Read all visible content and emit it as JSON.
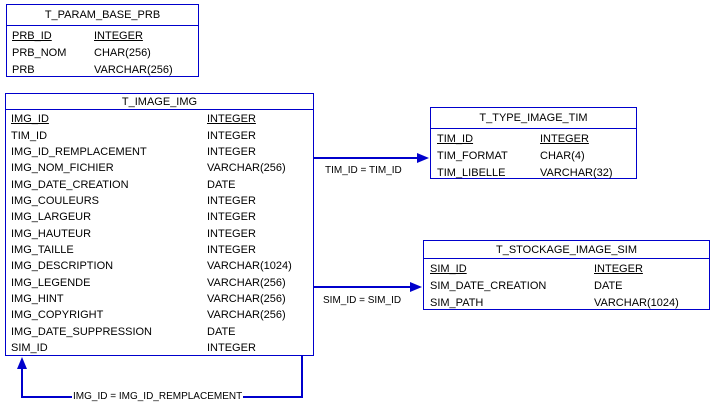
{
  "diagram": {
    "colors": {
      "border": "#0000CC",
      "text": "#000000",
      "background": "#FFFFFF"
    },
    "tables": [
      {
        "name": "T_PARAM_BASE_PRB",
        "columns": [
          {
            "name": "PRB_ID",
            "type": "INTEGER",
            "pk": true
          },
          {
            "name": "PRB_NOM",
            "type": "CHAR(256)",
            "pk": false
          },
          {
            "name": "PRB",
            "type": "VARCHAR(256)",
            "pk": false
          }
        ]
      },
      {
        "name": "T_IMAGE_IMG",
        "columns": [
          {
            "name": "IMG_ID",
            "type": "INTEGER",
            "pk": true
          },
          {
            "name": "TIM_ID",
            "type": "INTEGER",
            "pk": false
          },
          {
            "name": "IMG_ID_REMPLACEMENT",
            "type": "INTEGER",
            "pk": false
          },
          {
            "name": "IMG_NOM_FICHIER",
            "type": "VARCHAR(256)",
            "pk": false
          },
          {
            "name": "IMG_DATE_CREATION",
            "type": "DATE",
            "pk": false
          },
          {
            "name": "IMG_COULEURS",
            "type": "INTEGER",
            "pk": false
          },
          {
            "name": "IMG_LARGEUR",
            "type": "INTEGER",
            "pk": false
          },
          {
            "name": "IMG_HAUTEUR",
            "type": "INTEGER",
            "pk": false
          },
          {
            "name": "IMG_TAILLE",
            "type": "INTEGER",
            "pk": false
          },
          {
            "name": "IMG_DESCRIPTION",
            "type": "VARCHAR(1024)",
            "pk": false
          },
          {
            "name": "IMG_LEGENDE",
            "type": "VARCHAR(256)",
            "pk": false
          },
          {
            "name": "IMG_HINT",
            "type": "VARCHAR(256)",
            "pk": false
          },
          {
            "name": "IMG_COPYRIGHT",
            "type": "VARCHAR(256)",
            "pk": false
          },
          {
            "name": "IMG_DATE_SUPPRESSION",
            "type": "DATE",
            "pk": false
          },
          {
            "name": "SIM_ID",
            "type": "INTEGER",
            "pk": false
          }
        ]
      },
      {
        "name": "T_TYPE_IMAGE_TIM",
        "columns": [
          {
            "name": "TIM_ID",
            "type": "INTEGER",
            "pk": true
          },
          {
            "name": "TIM_FORMAT",
            "type": "CHAR(4)",
            "pk": false
          },
          {
            "name": "TIM_LIBELLE",
            "type": "VARCHAR(32)",
            "pk": false
          }
        ]
      },
      {
        "name": "T_STOCKAGE_IMAGE_SIM",
        "columns": [
          {
            "name": "SIM_ID",
            "type": "INTEGER",
            "pk": true
          },
          {
            "name": "SIM_DATE_CREATION",
            "type": "DATE",
            "pk": false
          },
          {
            "name": "SIM_PATH",
            "type": "VARCHAR(1024)",
            "pk": false
          }
        ]
      }
    ],
    "relations": [
      {
        "label": "TIM_ID = TIM_ID"
      },
      {
        "label": "SIM_ID = SIM_ID"
      },
      {
        "label": "IMG_ID = IMG_ID_REMPLACEMENT"
      }
    ]
  }
}
